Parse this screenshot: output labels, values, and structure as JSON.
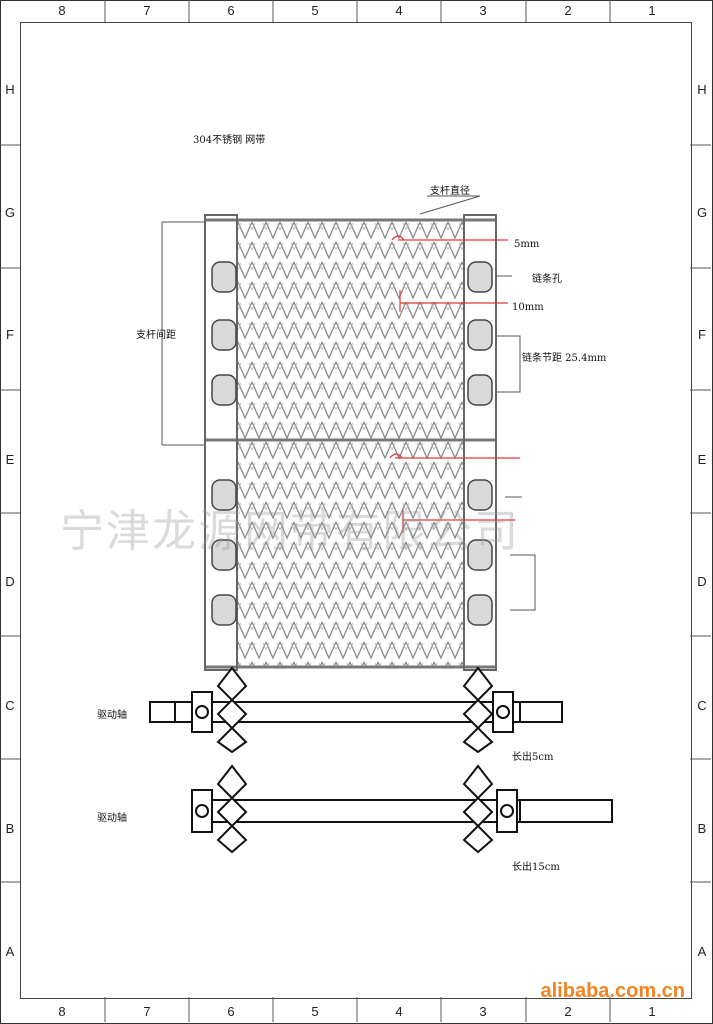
{
  "title": "304不锈钢 网带",
  "labels": {
    "rod_diameter": "支杆直径",
    "rod_spacing": "支杆间距",
    "dim_5mm": "5mm",
    "chain_hole": "链条孔",
    "dim_10mm": "10mm",
    "chain_pitch": "链条节距 25.4mm",
    "drive_shaft_1": "驱动轴",
    "extend_5cm": "长出5cm",
    "drive_shaft_2": "驱动轴",
    "extend_15cm": "长出15cm"
  },
  "border": {
    "columns": [
      "8",
      "7",
      "6",
      "5",
      "4",
      "3",
      "2",
      "1"
    ],
    "rows": [
      "H",
      "G",
      "F",
      "E",
      "D",
      "C",
      "B",
      "A"
    ]
  },
  "watermark": "宁津龙源网带有限公司",
  "footer_logo": "alibaba.com.cn",
  "colors": {
    "red_marker": "#e53935",
    "logo": "#f58220",
    "metal": "#9a9a9a"
  }
}
